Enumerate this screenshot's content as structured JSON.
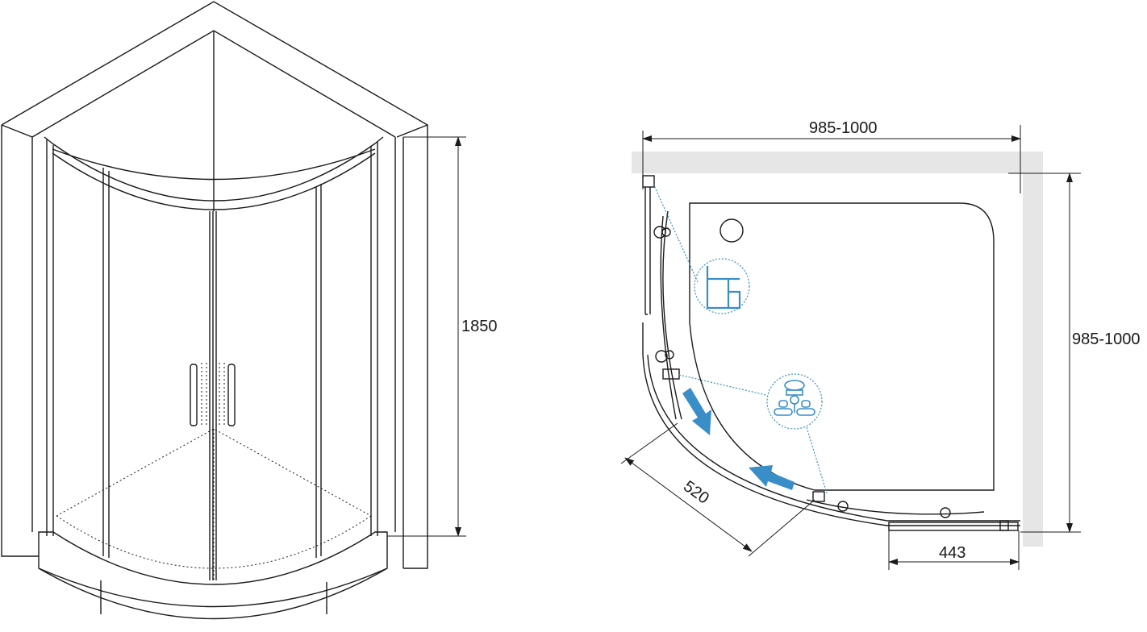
{
  "dimensions": {
    "height": "1850",
    "width_top": "985-1000",
    "depth_right": "985-1000",
    "door_opening": "520",
    "side_panel": "443"
  },
  "colors": {
    "accent": "#3a8ec8",
    "wall": "#e6e6e7",
    "line": "#1a1a1a"
  }
}
